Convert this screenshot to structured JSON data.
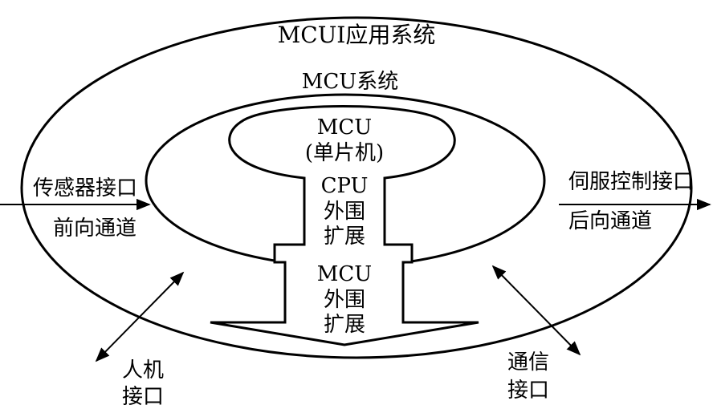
{
  "labels": {
    "outer_title": "MCUI应用系统",
    "inner_title": "MCU系统",
    "mcu_line1": "MCU",
    "mcu_line2": "(单片机)",
    "cpu": "CPU",
    "cpu_ext_1": "外围",
    "cpu_ext_2": "扩展",
    "mcu_ext_title": "MCU",
    "mcu_ext_1": "外围",
    "mcu_ext_2": "扩展",
    "sensor_interface": "传感器接口",
    "forward_channel": "前向通道",
    "servo_interface": "伺服控制接口",
    "backward_channel": "后向通道",
    "hmi_1": "人机",
    "hmi_2": "接口",
    "comm_1": "通信",
    "comm_2": "接口"
  }
}
